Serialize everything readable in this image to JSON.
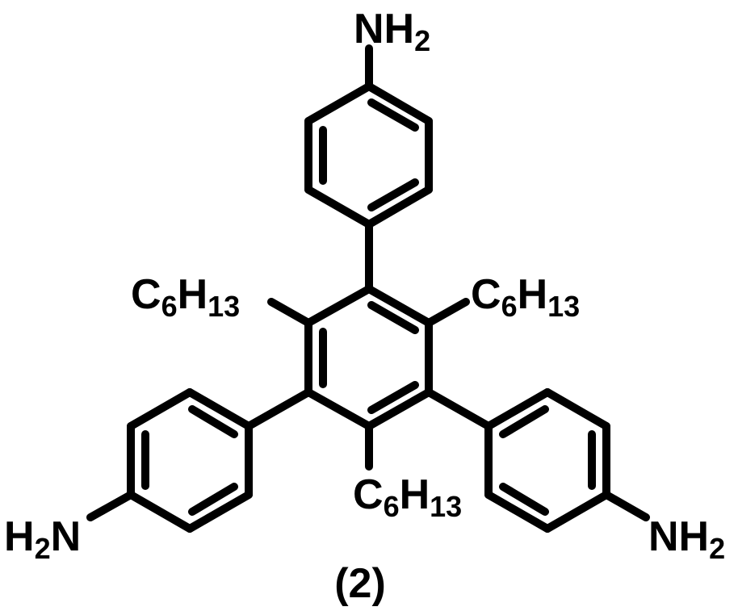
{
  "molecule": {
    "labels": {
      "top_amine": {
        "main": "NH",
        "sub": "2"
      },
      "right_amine": {
        "main": "NH",
        "sub": "2"
      },
      "left_amine": {
        "pre": "H",
        "sub": "2",
        "post": "N"
      },
      "hexyl_left": {
        "c": "C",
        "sub1": "6",
        "h": "H",
        "sub2": "13"
      },
      "hexyl_right": {
        "c": "C",
        "sub1": "6",
        "h": "H",
        "sub2": "13"
      },
      "hexyl_bottom": {
        "c": "C",
        "sub1": "6",
        "h": "H",
        "sub2": "13"
      }
    },
    "compound_number": "(2)"
  },
  "colors": {
    "ink": "#000000",
    "background": "#ffffff"
  }
}
